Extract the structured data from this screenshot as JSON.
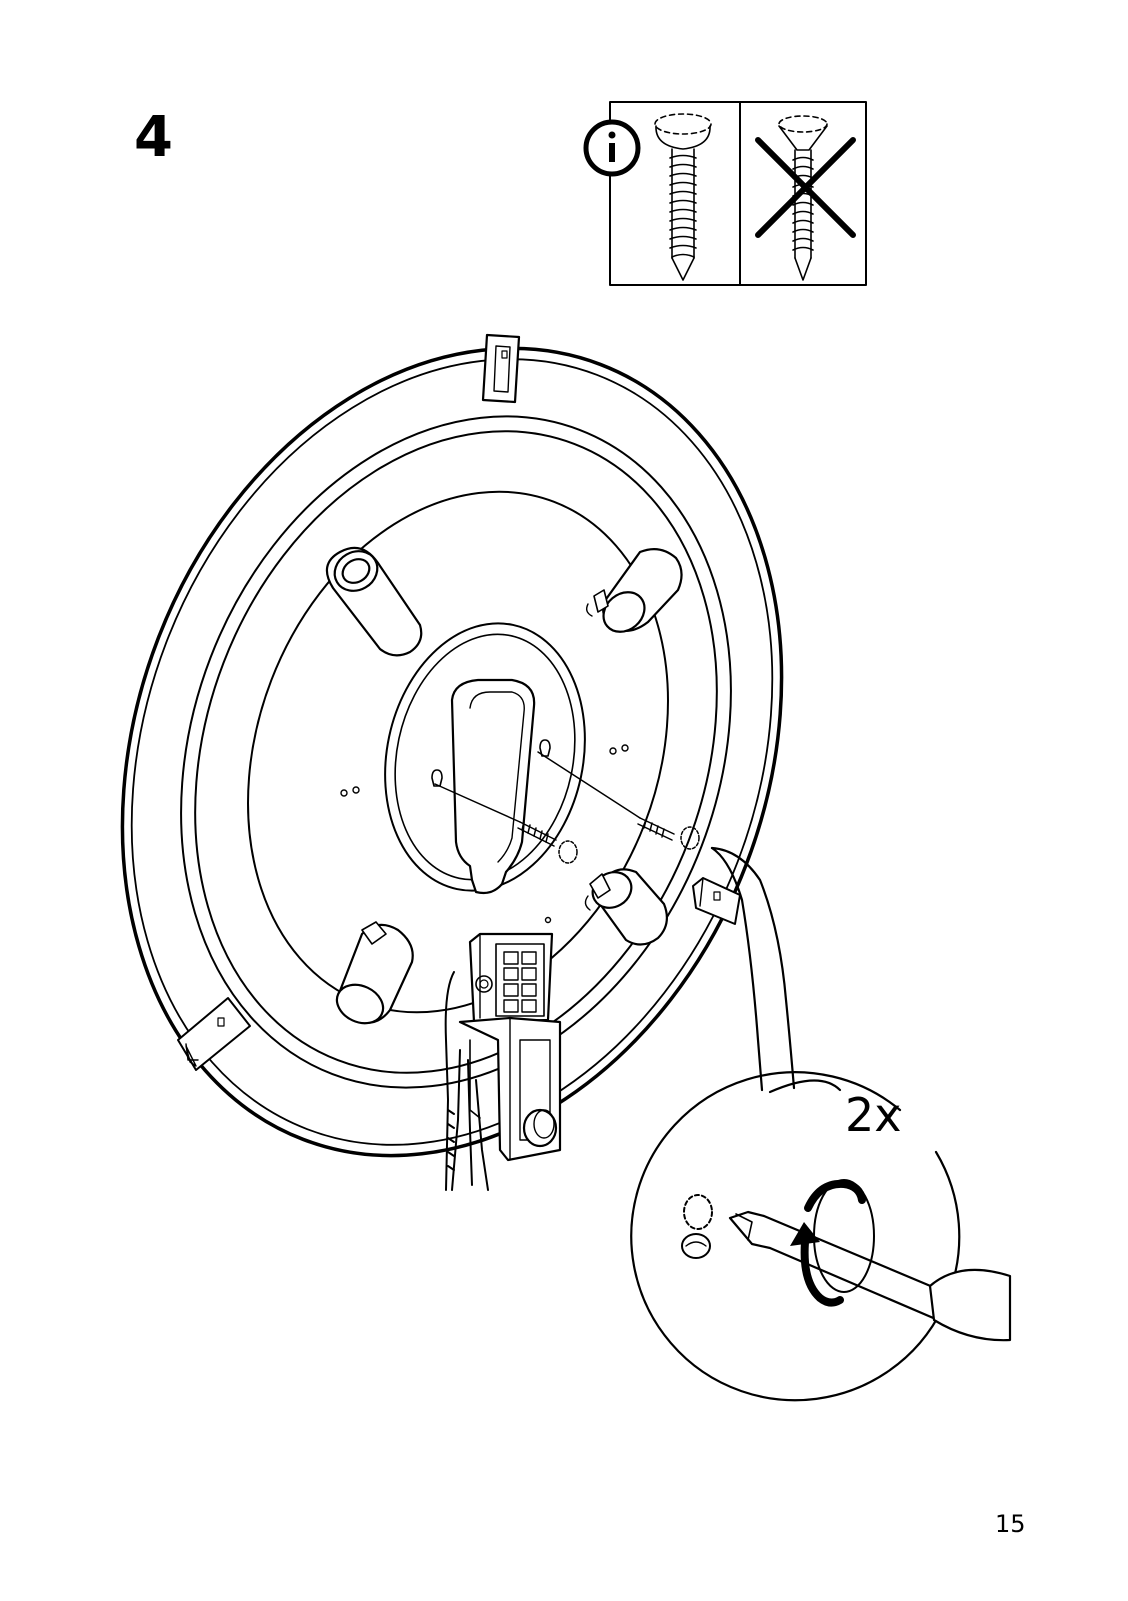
{
  "step": {
    "number": "4",
    "multiplier": "2x"
  },
  "page": {
    "number": "15"
  },
  "icons": {
    "info": "info-icon",
    "correct_screw": "pan-head-screw-icon",
    "wrong_screw": "countersunk-screw-icon",
    "cross": "cross-icon",
    "screwdriver": "screwdriver-icon",
    "rotation": "clockwise-arrow-icon"
  },
  "colors": {
    "line": "#000000",
    "background": "#ffffff"
  }
}
